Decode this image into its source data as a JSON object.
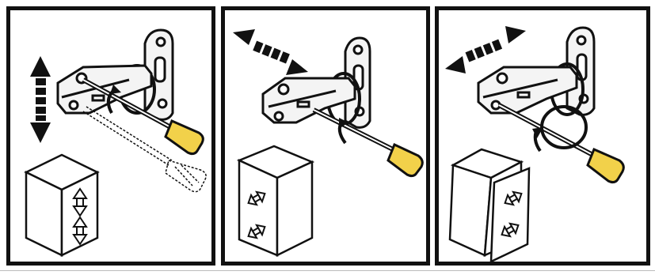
{
  "panels": [
    {
      "id": "vertical",
      "arrow_direction": "vertical",
      "door_icons": [
        "up-down-arrow",
        "up-down-arrow"
      ]
    },
    {
      "id": "depth",
      "arrow_direction": "diagonal",
      "door_icons": [
        "diagonal-arrow",
        "diagonal-arrow"
      ]
    },
    {
      "id": "side",
      "arrow_direction": "diagonal",
      "door_icons": [
        "diagonal-arrow",
        "diagonal-arrow"
      ]
    }
  ],
  "colors": {
    "frame": "#111111",
    "screwdriver_handle": "#f2d14a",
    "hinge_metal": "#f4f4f4",
    "outline": "#111111"
  }
}
